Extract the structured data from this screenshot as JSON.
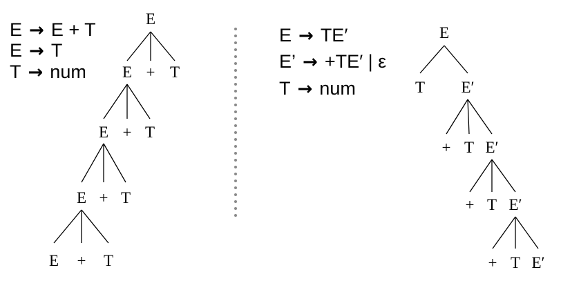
{
  "left_grammar": {
    "rules": [
      {
        "lhs": "E",
        "arrow": "→",
        "rhs": "E + T"
      },
      {
        "lhs": "E",
        "arrow": "→",
        "rhs": "T"
      },
      {
        "lhs": "T",
        "arrow": "→",
        "rhs": "num"
      }
    ]
  },
  "right_grammar": {
    "rules": [
      {
        "lhs": "E",
        "arrow": "→",
        "rhs": "TE′"
      },
      {
        "lhs": "E’",
        "arrow": "→",
        "rhs": "+TE′ | ε"
      },
      {
        "lhs": "T",
        "arrow": "→",
        "rhs": "num"
      }
    ]
  },
  "left_tree": {
    "root": "E",
    "levels": [
      [
        "E",
        "+",
        "T"
      ],
      [
        "E",
        "+",
        "T"
      ],
      [
        "E",
        "+",
        "T"
      ],
      [
        "E",
        "+",
        "T"
      ]
    ]
  },
  "right_tree": {
    "root": "E",
    "levels": [
      [
        "T",
        "E′"
      ],
      [
        "+",
        "T",
        "E′"
      ],
      [
        "+",
        "T",
        "E′"
      ],
      [
        "+",
        "T",
        "E′"
      ]
    ]
  }
}
